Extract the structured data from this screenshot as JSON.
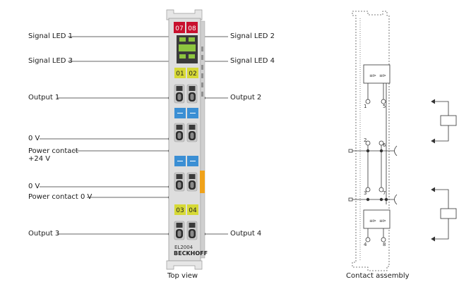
{
  "labels": {
    "signal_led_1": "Signal LED 1",
    "signal_led_2": "Signal LED 2",
    "signal_led_3": "Signal LED 3",
    "signal_led_4": "Signal LED 4",
    "output_1": "Output 1",
    "output_2": "Output 2",
    "zero_v_a": "0 V",
    "power_contact_24v_line1": "Power contact",
    "power_contact_24v_line2": "+24 V",
    "zero_v_b": "0 V",
    "power_contact_0v": "Power contact 0 V",
    "output_3": "Output 3",
    "output_4": "Output 4"
  },
  "module": {
    "led_top": [
      "07",
      "08"
    ],
    "led_yellow_top": [
      "01",
      "02"
    ],
    "led_yellow_bottom": [
      "03",
      "04"
    ],
    "model": "EL2004",
    "brand": "BECKHOFF"
  },
  "assembly": {
    "terminals": [
      "1",
      "5",
      "2",
      "6",
      "3",
      "7",
      "4",
      "8"
    ]
  },
  "captions": {
    "top_view": "Top view",
    "contact_assembly": "Contact assembly"
  },
  "colors": {
    "led_red": "#c8102e",
    "led_green": "#8dc63f",
    "led_yellow": "#d6d936",
    "blue_plate": "#3b8fd4",
    "orange_tab": "#f0a21a",
    "module_body": "#dcdcdc",
    "line": "#333333"
  }
}
